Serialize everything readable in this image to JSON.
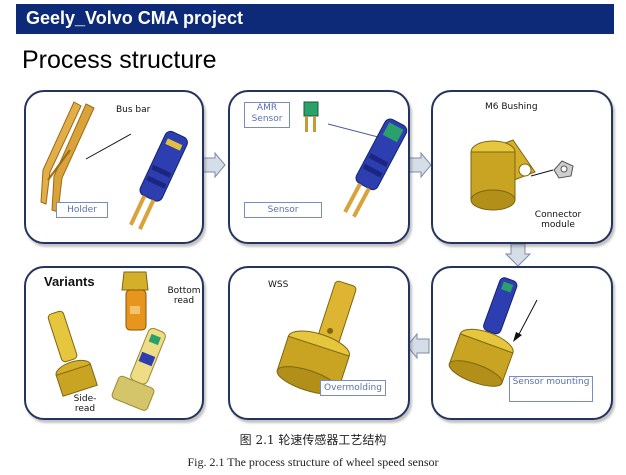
{
  "header": {
    "title": "Geely_Volvo CMA project"
  },
  "slide": {
    "title": "Process structure"
  },
  "panels": {
    "p1": {
      "callout": "Bus bar",
      "tag": "Holder"
    },
    "p2": {
      "callout": "AMR Sensor",
      "tag": "Sensor"
    },
    "p3": {
      "callout": "M6 Bushing",
      "sub_label": "Connector module"
    },
    "p4": {
      "title": "Variants",
      "bottom": "Bottom read",
      "side": "Side-read"
    },
    "p5": {
      "callout": "WSS",
      "tag": "Overmolding"
    },
    "p6": {
      "tag": "Sensor mounting"
    }
  },
  "caption": {
    "chinese": "图 2.1    轮速传感器工艺结构",
    "english": "Fig. 2.1    The process structure of wheel speed sensor"
  },
  "colors": {
    "banner": "#0c2a78",
    "panel_border": "#24345e",
    "tag_text": "#5a6fb2",
    "part_gold": "#d4b02a",
    "part_blue": "#2d3fb0"
  }
}
